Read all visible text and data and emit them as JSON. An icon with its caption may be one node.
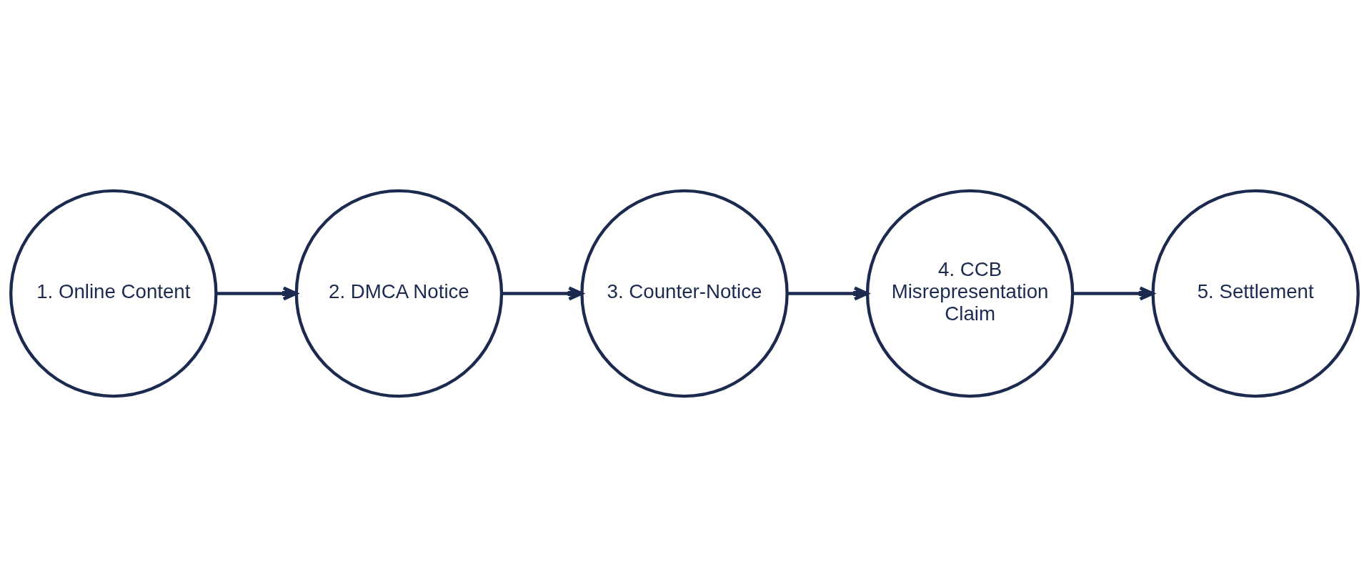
{
  "diagram": {
    "nodes": [
      {
        "text": [
          "1. Online Content"
        ]
      },
      {
        "text": [
          "2. DMCA Notice"
        ]
      },
      {
        "text": [
          "3. Counter-Notice"
        ]
      },
      {
        "text": [
          "4. CCB Misrepresentation Claim"
        ]
      },
      {
        "text": [
          "5. Settlement"
        ]
      }
    ],
    "edges": [
      {
        "from": 0,
        "to": 1,
        "arrow": "to"
      },
      {
        "from": 1,
        "to": 2,
        "arrow": "to"
      },
      {
        "from": 2,
        "to": 3,
        "arrow": "to"
      },
      {
        "from": 3,
        "to": 4,
        "arrow": "to"
      }
    ]
  }
}
